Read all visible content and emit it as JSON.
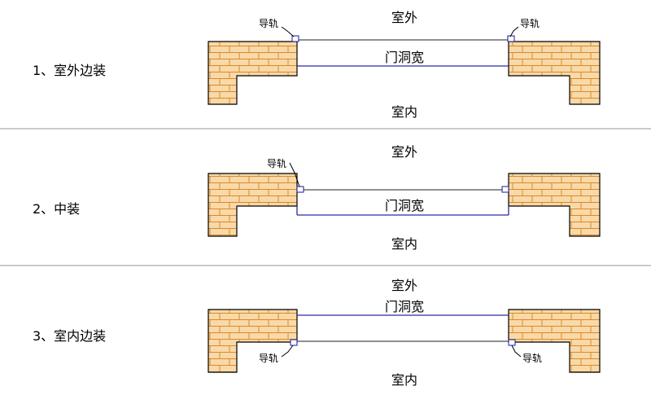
{
  "labels": {
    "outdoor": "室外",
    "indoor": "室内",
    "opening_width": "门洞宽",
    "rail": "导轨"
  },
  "sections": [
    {
      "label": "1、室外边装"
    },
    {
      "label": "2、中装"
    },
    {
      "label": "3、室内边装"
    }
  ],
  "colors": {
    "wall_fill": "#f9d9a8",
    "brick_line": "#d98a2c",
    "blue_line": "#2a2aa6",
    "separator": "#b8b8b8"
  }
}
